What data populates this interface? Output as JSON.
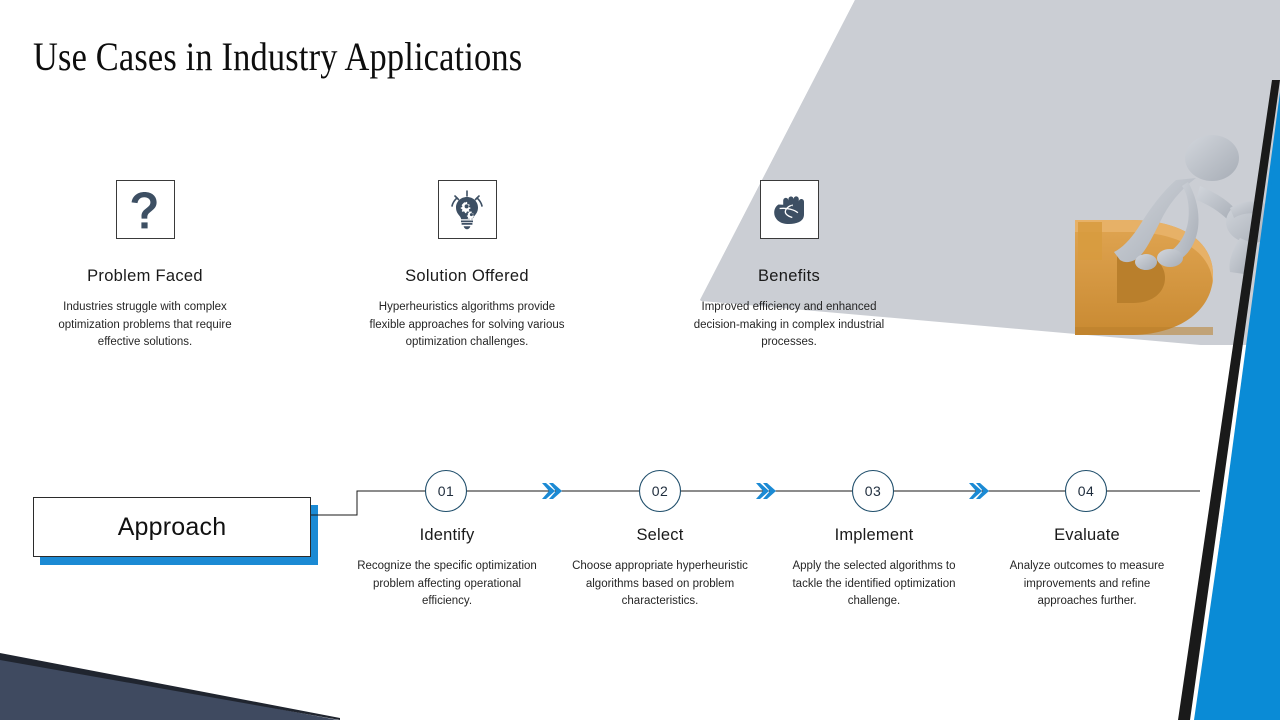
{
  "slide": {
    "title": "Use Cases in Industry Applications",
    "colors": {
      "accent_blue": "#1b8ad4",
      "band_blue": "#0a8bd6",
      "dark_navy": "#3f4a60",
      "gray_panel": "#cbced4",
      "icon_navy": "#3d4f63",
      "outline_dark": "#1a1a1a",
      "orange_letter": "#d79b3e"
    }
  },
  "columns": [
    {
      "icon": "question-mark-icon",
      "title": "Problem Faced",
      "description": "Industries struggle with complex optimization problems that require effective solutions."
    },
    {
      "icon": "lightbulb-gears-icon",
      "title": "Solution Offered",
      "description": "Hyperheuristics algorithms provide flexible approaches for solving various optimization challenges."
    },
    {
      "icon": "fist-icon",
      "title": "Benefits",
      "description": "Improved efficiency and enhanced decision-making in complex industrial processes."
    }
  ],
  "approach": {
    "label": "Approach"
  },
  "timeline": {
    "steps": [
      {
        "number": "01",
        "title": "Identify",
        "description": "Recognize the specific optimization problem affecting operational efficiency."
      },
      {
        "number": "02",
        "title": "Select",
        "description": "Choose appropriate hyperheuristic algorithms based on problem characteristics."
      },
      {
        "number": "03",
        "title": "Implement",
        "description": "Apply the selected algorithms to tackle the identified optimization challenge."
      },
      {
        "number": "04",
        "title": "Evaluate",
        "description": "Analyze outcomes to measure improvements and refine approaches further."
      }
    ]
  },
  "decoration": {
    "top_right_illustration": "figures-pushing-letter-d-illustration",
    "bottom_left_triangle": "navy-corner-triangle",
    "right_blue_band": "blue-diagonal-band"
  }
}
